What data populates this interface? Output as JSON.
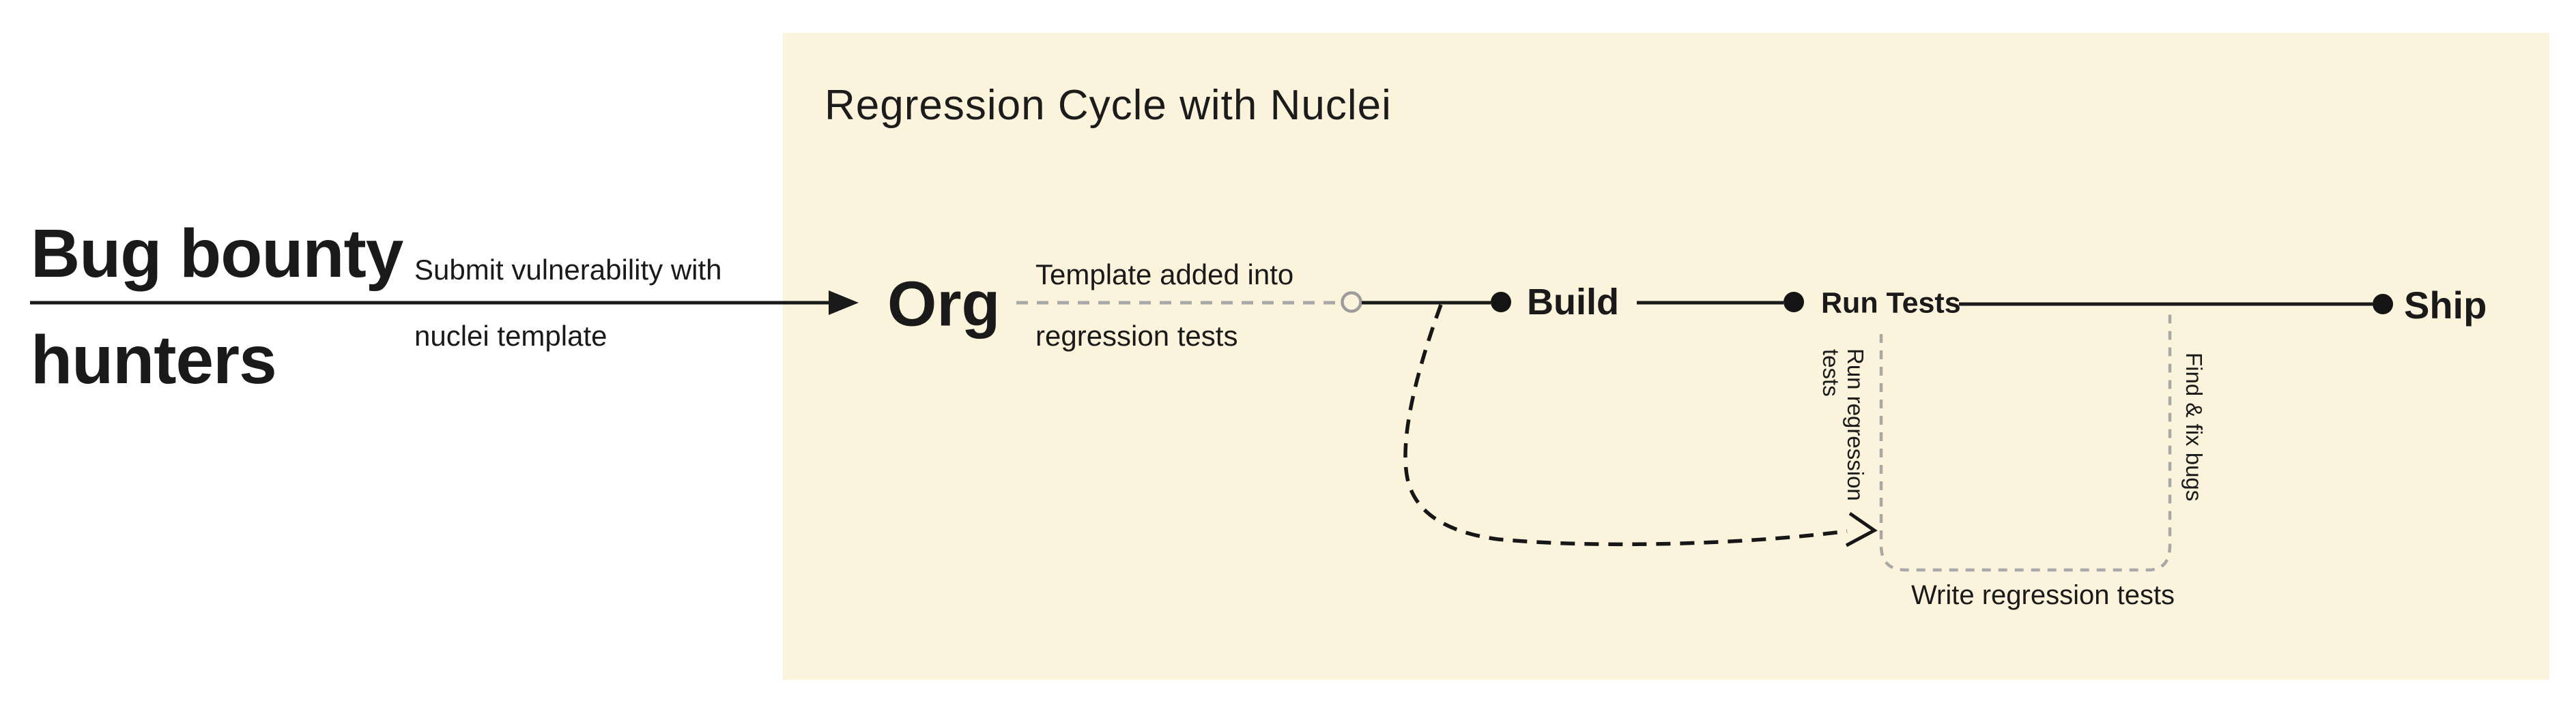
{
  "panel": {
    "title": "Regression Cycle with Nuclei"
  },
  "actor": {
    "line1": "Bug bounty",
    "line2": "hunters"
  },
  "submit_arrow": {
    "label_top": "Submit vulnerability with",
    "label_bottom": "nuclei template"
  },
  "nodes": {
    "org": "Org",
    "build": "Build",
    "run_tests": "Run Tests",
    "ship": "Ship"
  },
  "labels": {
    "template_top": "Template added into",
    "template_bottom": "regression tests",
    "run_regression_line1": "Run regression",
    "run_regression_line2": "tests",
    "find_fix_bugs": "Find & fix bugs",
    "write_regression_tests": "Write regression tests"
  },
  "colors": {
    "background": "#ffffff",
    "panel_bg": "#fbf3dc",
    "ink": "#1a1a1a",
    "muted_gray": "#a8a8a8"
  }
}
